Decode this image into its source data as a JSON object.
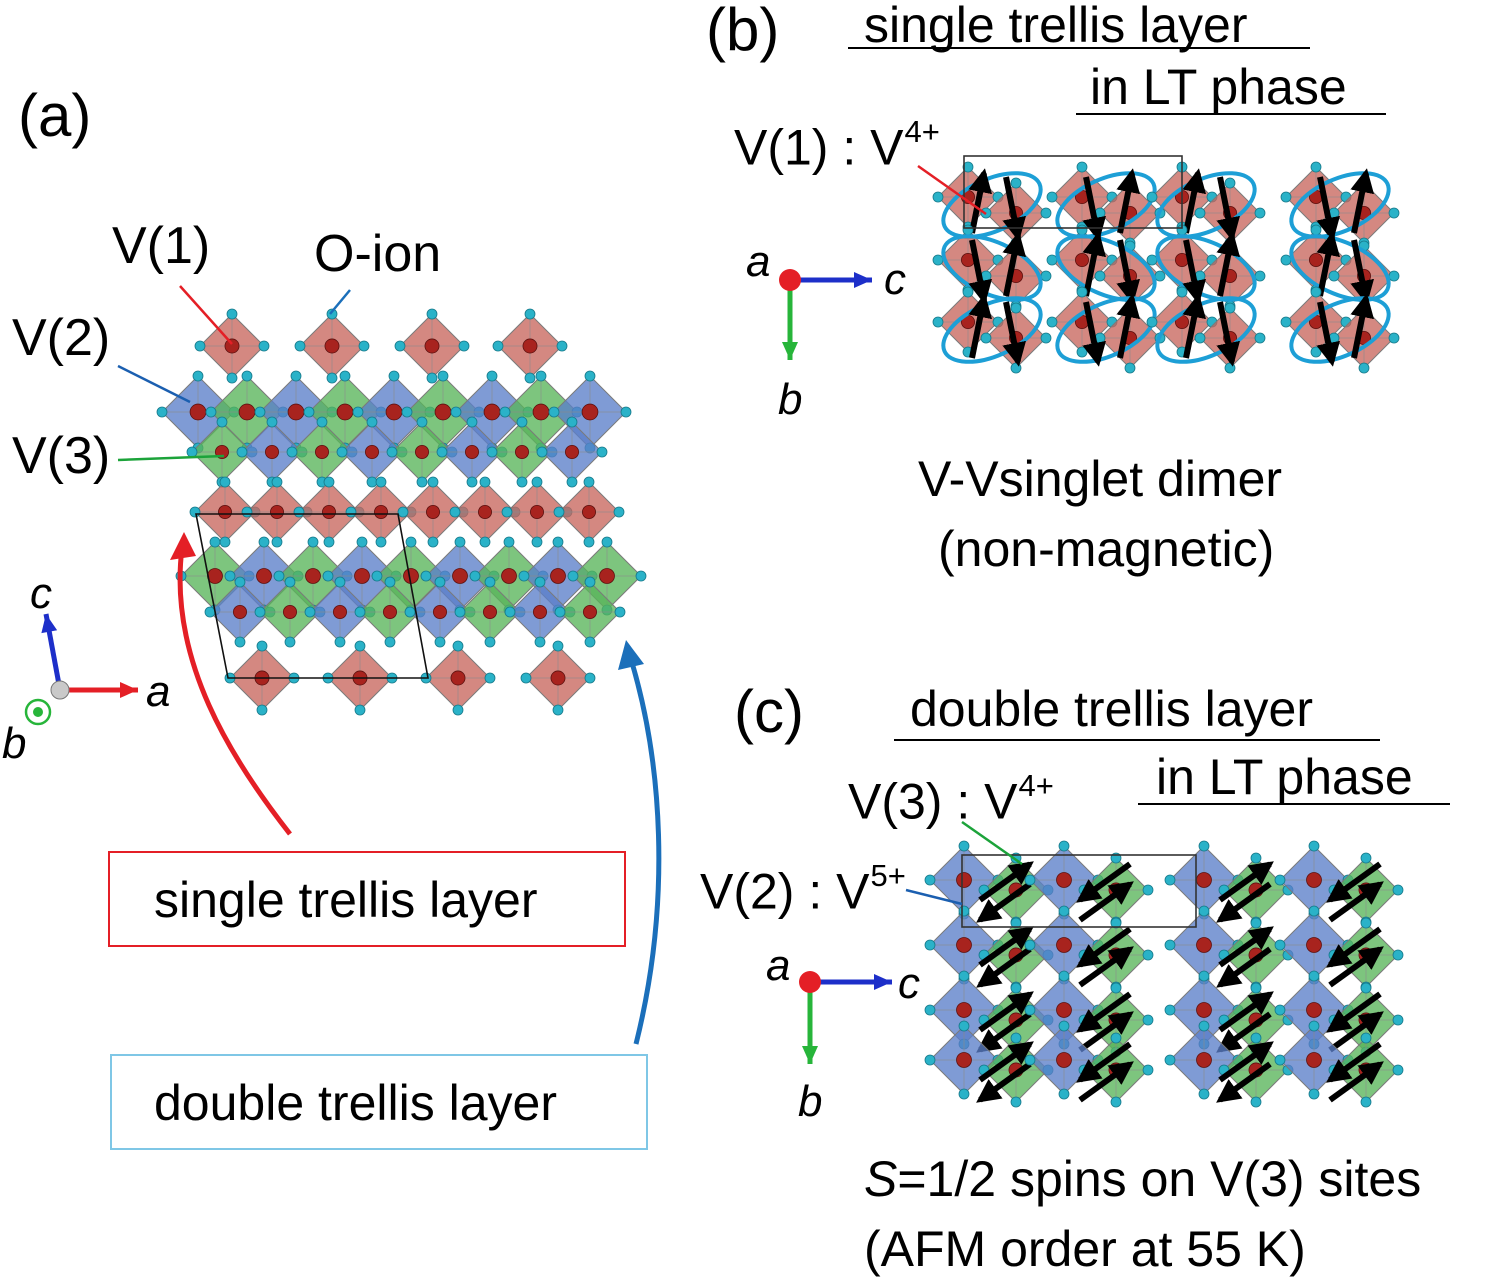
{
  "panel_a": {
    "tag": "(a)",
    "labels": {
      "v1": "V(1)",
      "v2": "V(2)",
      "v3": "V(3)",
      "oion": "O-ion"
    },
    "axes": {
      "c": "c",
      "a": "a",
      "b": "b"
    },
    "single_box": "single trellis layer",
    "double_box": "double trellis layer"
  },
  "panel_b": {
    "tag": "(b)",
    "title_line1": "single trellis layer",
    "title_line2": "in LT phase",
    "site_label": "V(1) : V",
    "site_charge": "4+",
    "axes": {
      "a": "a",
      "c": "c",
      "b": "b"
    },
    "caption_line1": "V-Vsinglet dimer",
    "caption_line2": "(non-magnetic)"
  },
  "panel_c": {
    "tag": "(c)",
    "title_line1": "double trellis layer",
    "title_line2": "in LT phase",
    "site_label_v3": "V(3) : V",
    "site_charge_v3": "4+",
    "site_label_v2": "V(2) : V",
    "site_charge_v2": "5+",
    "axes": {
      "a": "a",
      "c": "c",
      "b": "b"
    },
    "caption_s": "S",
    "caption_line1_rest": "=1/2 spins on V(3) sites",
    "caption_line2": "(AFM order at 55 K)"
  },
  "colors": {
    "v1_octahedron": "#c8675e",
    "v2_octahedron": "#5b7fc9",
    "v3_octahedron": "#59b55a",
    "oxygen": "#2ab2c8",
    "vanadium": "#a8231e",
    "single_box_border": "#e41f26",
    "double_box_border": "#7fc7e6",
    "pointer_single": "#e41f26",
    "pointer_double": "#1b6fba",
    "axis_a": "#e41f26",
    "axis_b": "#27b53a",
    "axis_c": "#1d2fc9",
    "dimer_ring": "#1d9fd6"
  }
}
